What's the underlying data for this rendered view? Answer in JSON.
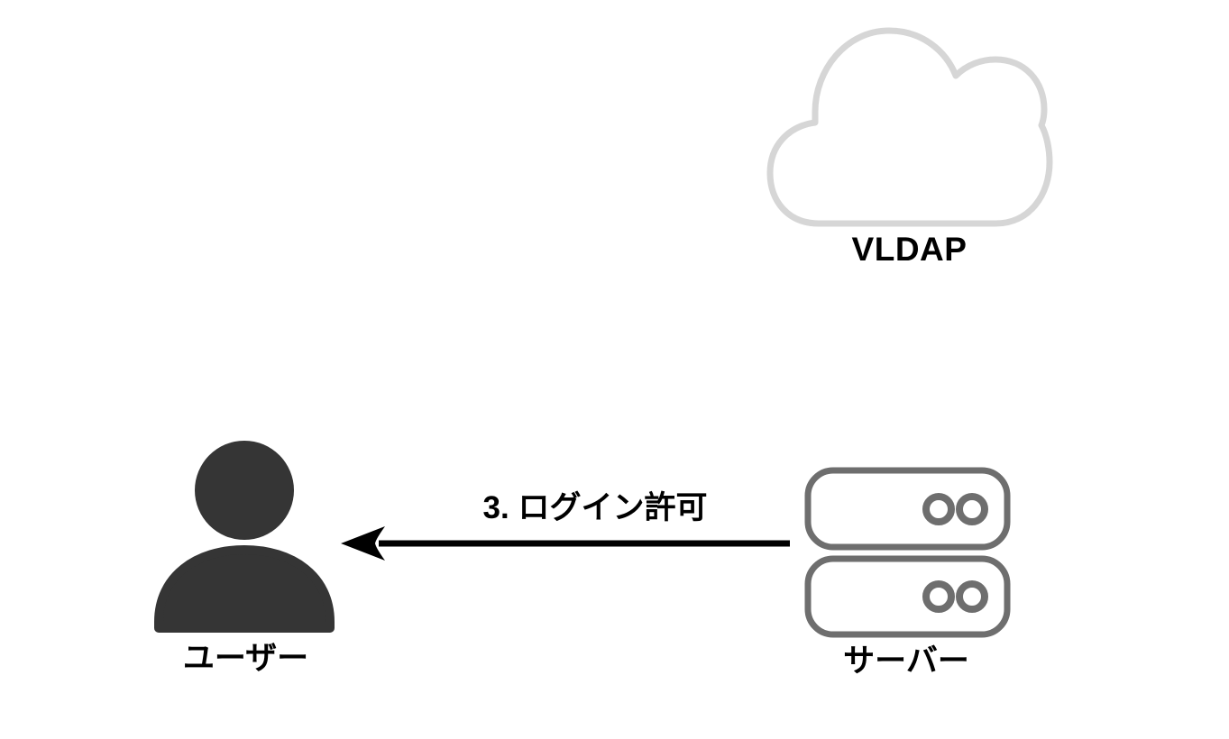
{
  "diagram": {
    "type": "sequence-flow-diagram",
    "background_color": "#ffffff",
    "nodes": [
      {
        "id": "vldap",
        "icon": "cloud-icon",
        "label": "VLDAP",
        "stroke_color": "#d6d6d6",
        "fill_color": "#ffffff"
      },
      {
        "id": "user",
        "icon": "user-icon",
        "label": "ユーザー",
        "fill_color": "#353535"
      },
      {
        "id": "server",
        "icon": "server-icon",
        "label": "サーバー",
        "stroke_color": "#6e6e6e",
        "fill_color": "#ffffff"
      }
    ],
    "edges": [
      {
        "id": "server-to-user",
        "label": "3. ログイン許可",
        "direction": "right-to-left",
        "color": "#000000"
      }
    ]
  }
}
